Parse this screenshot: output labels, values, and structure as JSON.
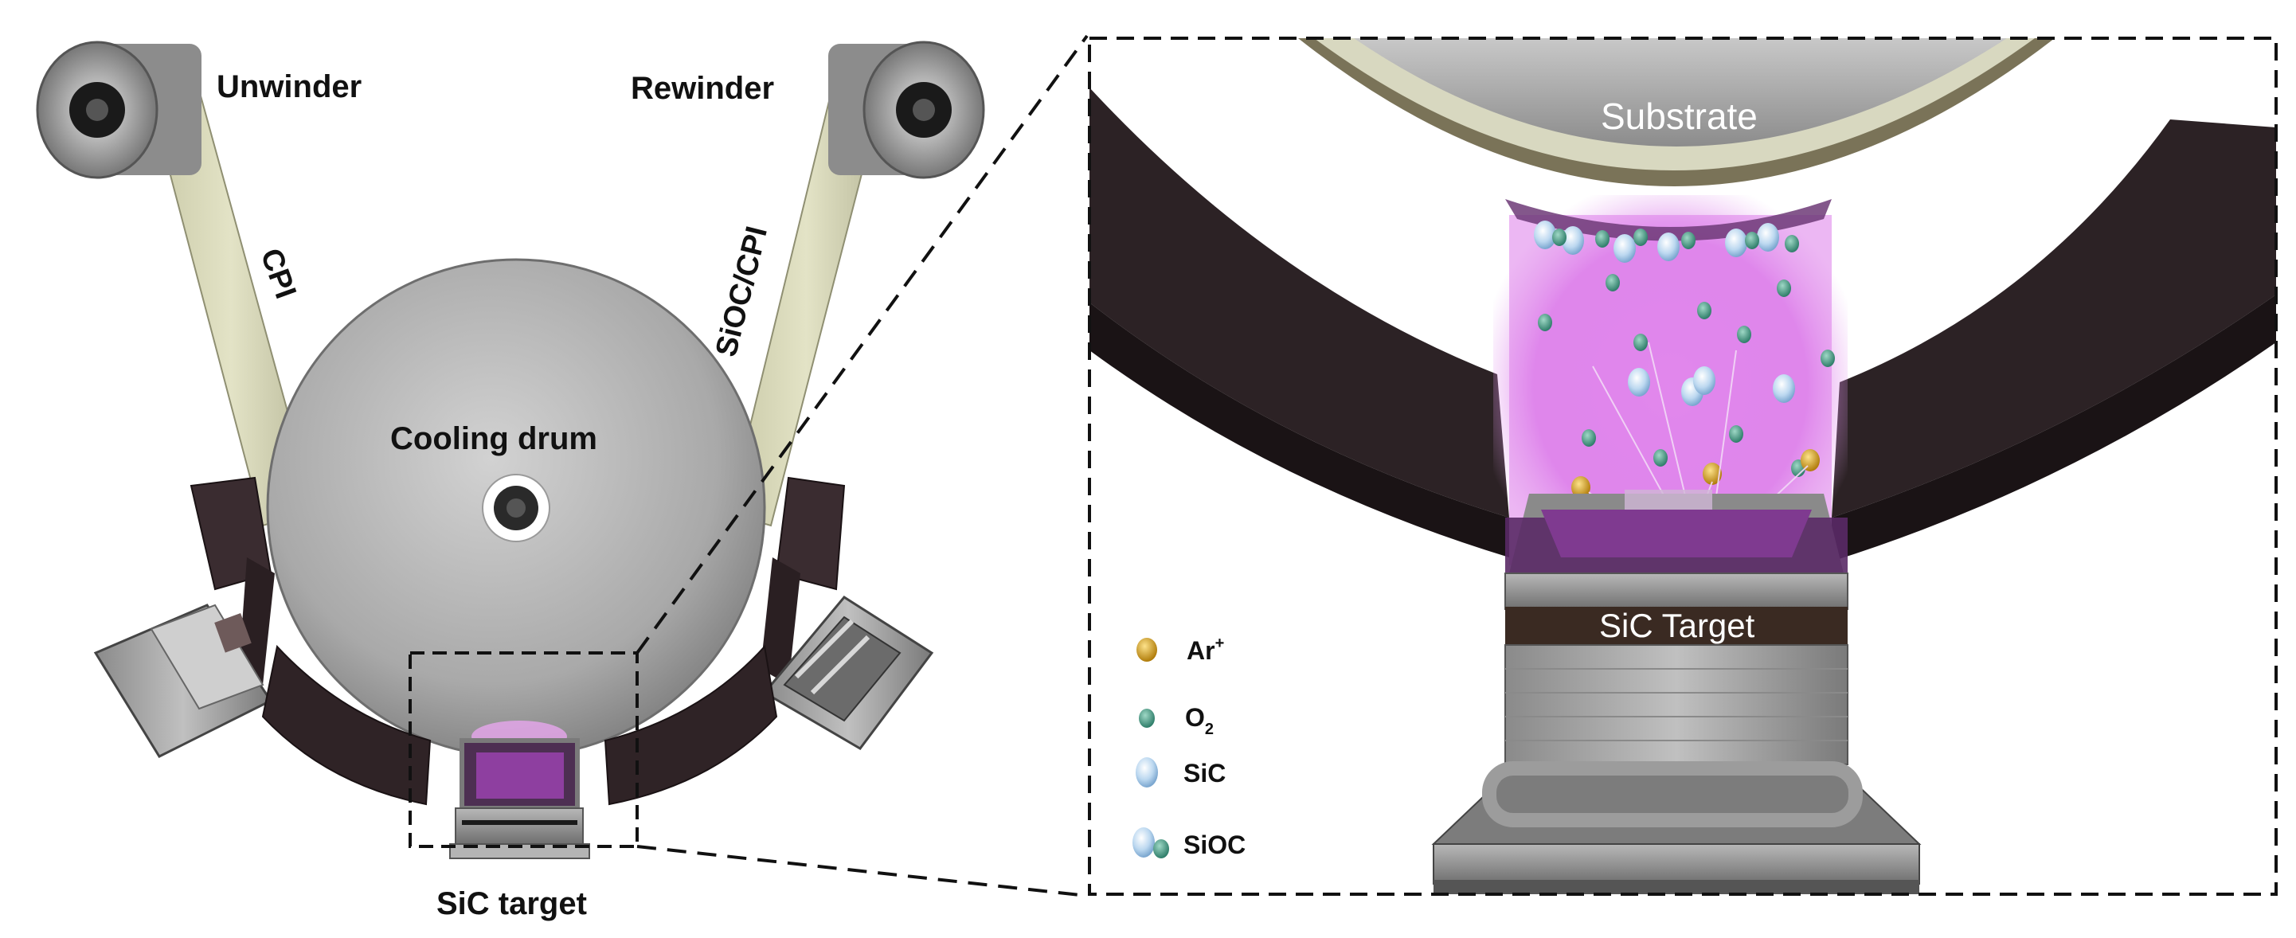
{
  "labels": {
    "unwinder": "Unwinder",
    "rewinder": "Rewinder",
    "cpi": "CPI",
    "sioc_cpi": "SiOC/CPI",
    "cooling_drum": "Cooling drum",
    "sic_target_overview": "SiC target",
    "substrate": "Substrate",
    "sic_target_zoom": "SiC Target"
  },
  "legend": {
    "items": [
      {
        "symbol": "ar-ion",
        "label": "Ar",
        "sup": "+"
      },
      {
        "symbol": "o2-molecule",
        "label": "O",
        "sub": "2"
      },
      {
        "symbol": "sic-particle",
        "label": "SiC"
      },
      {
        "symbol": "sioc-particle",
        "label": "SiOC"
      }
    ]
  },
  "colors": {
    "plasma": "#d86ee8",
    "ar_ion": "#e2a81c",
    "o2": "#3f9b86",
    "sic": "#bcd8f0",
    "housing_dark": "#2e2326",
    "metal": "#9a9a9a"
  }
}
